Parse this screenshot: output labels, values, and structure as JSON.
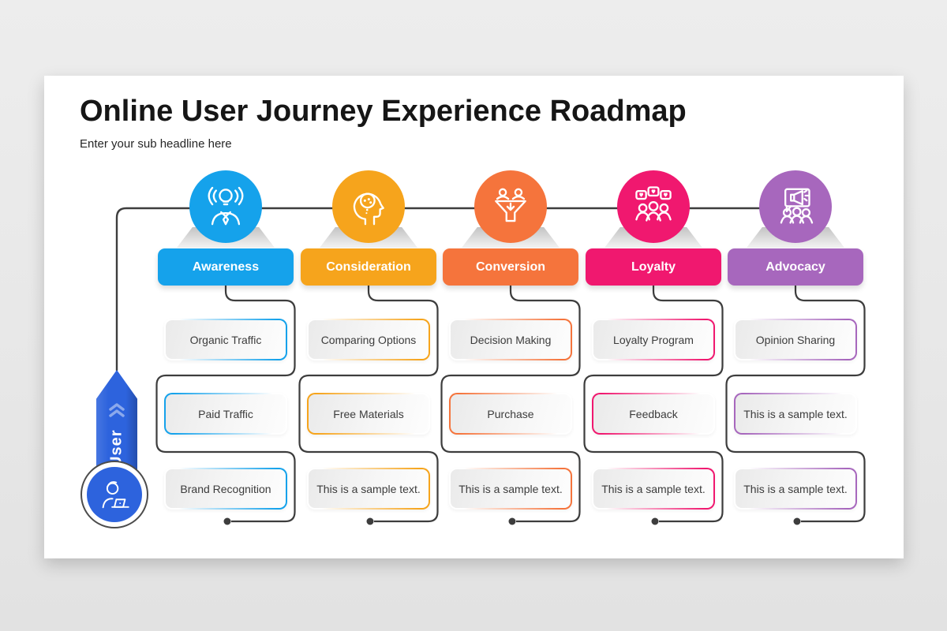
{
  "slide": {
    "title": "Online User Journey Experience Roadmap",
    "subtitle": "Enter your sub headline here"
  },
  "user_rail": {
    "label": "User",
    "banner_color": "#2d63dd",
    "chevron_icon": "double-chevron-up-icon",
    "avatar_icon": "person-laptop-icon"
  },
  "connector_color": "#3d3d3d",
  "stages": [
    {
      "label": "Awareness",
      "color": "#15a2eb",
      "icon": "idea-broadcast-icon",
      "boxes": [
        "Organic Traffic",
        "Paid Traffic",
        "Brand Recognition"
      ]
    },
    {
      "label": "Consideration",
      "color": "#f6a41c",
      "icon": "thinking-head-icon",
      "boxes": [
        "Comparing Options",
        "Free Materials",
        "This is a sample text."
      ]
    },
    {
      "label": "Conversion",
      "color": "#f5743c",
      "icon": "funnel-users-icon",
      "boxes": [
        "Decision Making",
        "Purchase",
        "This is a sample text."
      ]
    },
    {
      "label": "Loyalty",
      "color": "#f0186f",
      "icon": "loyal-community-icon",
      "boxes": [
        "Loyalty Program",
        "Feedback",
        "This is a sample text."
      ]
    },
    {
      "label": "Advocacy",
      "color": "#a767bd",
      "icon": "megaphone-audience-icon",
      "boxes": [
        "Opinion Sharing",
        "This is a sample text.",
        "This is a sample text."
      ]
    }
  ]
}
